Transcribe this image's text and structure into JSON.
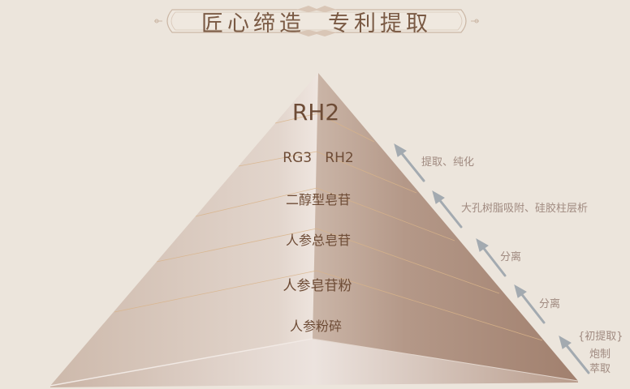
{
  "header": {
    "title_part1": "匠心缔造",
    "title_part2": "专利提取"
  },
  "pyramid": {
    "levels": [
      {
        "label": "RH2"
      },
      {
        "label": "RG3   RH2"
      },
      {
        "label": "二醇型皂苷"
      },
      {
        "label": "人参总皂苷"
      },
      {
        "label": "人参皂苷粉"
      },
      {
        "label": "人参粉碎"
      }
    ],
    "steps": [
      {
        "label": "提取、纯化"
      },
      {
        "label": "大孔树脂吸附、硅胶柱层析"
      },
      {
        "label": "分离"
      },
      {
        "label": "分离"
      },
      {
        "label": "{初提取}"
      },
      {
        "label": "炮制"
      },
      {
        "label": "萃取"
      }
    ]
  },
  "colors": {
    "background": "#ece5dc",
    "title_text": "#7a5a44",
    "level_text": "#6e4c36",
    "step_text": "#a08a80",
    "arrow": "#a3aab0",
    "pyramid_left": "#d8c8bc",
    "pyramid_right": "#a98b7a",
    "divider": "#d9b48a"
  }
}
